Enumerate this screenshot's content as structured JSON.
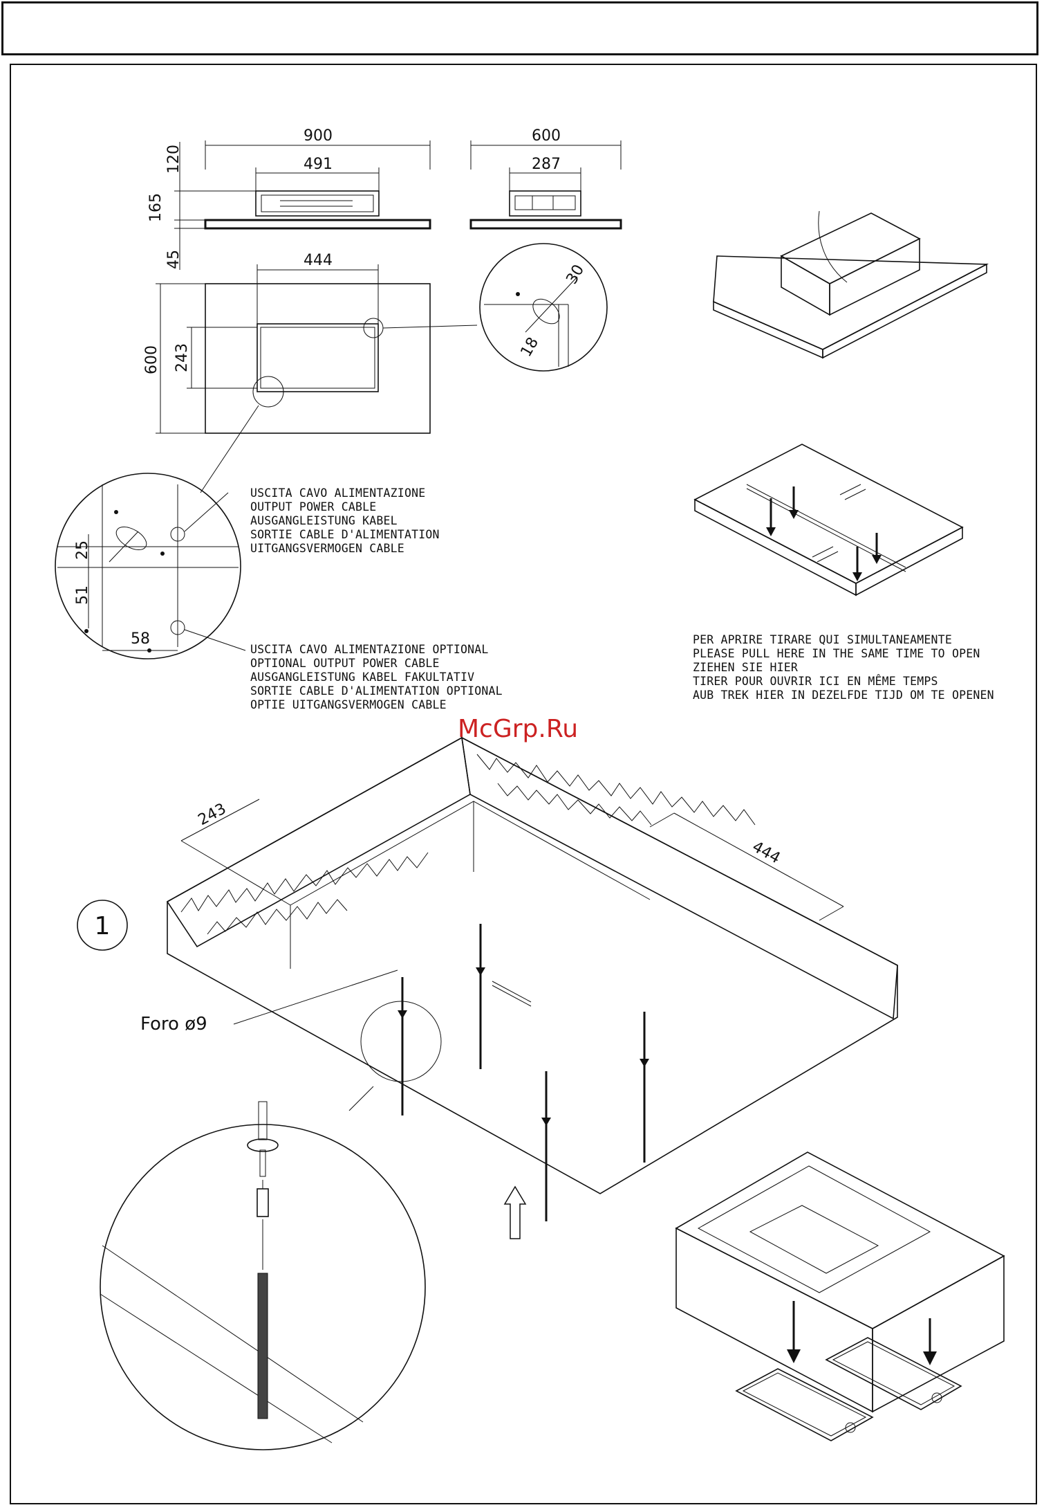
{
  "watermark": "McGrp.Ru",
  "step_number": "1",
  "dimensions": {
    "front_width": "900",
    "front_inner": "491",
    "side_width": "600",
    "side_inner": "287",
    "height_top": "120",
    "height_mid": "165",
    "height_bottom": "45",
    "plan_inner_width": "444",
    "plan_inner_height": "243",
    "plan_height": "600",
    "detail_30": "30",
    "detail_18": "18",
    "detail_25": "25",
    "detail_51": "51",
    "detail_58": "58",
    "iso_243": "243",
    "iso_444": "444"
  },
  "labels": {
    "output_cable": [
      "USCITA CAVO ALIMENTAZIONE",
      "OUTPUT POWER CABLE",
      "AUSGANGLEISTUNG KABEL",
      "SORTIE CABLE D'ALIMENTATION",
      "UITGANGSVERMOGEN CABLE"
    ],
    "optional_cable": [
      "USCITA CAVO ALIMENTAZIONE OPTIONAL",
      "OPTIONAL OUTPUT POWER CABLE",
      "AUSGANGLEISTUNG KABEL FAKULTATIV",
      "SORTIE CABLE D'ALIMENTATION OPTIONAL",
      "OPTIE UITGANGSVERMOGEN CABLE"
    ],
    "open_instructions": [
      "PER APRIRE TIRARE QUI SIMULTANEAMENTE",
      "PLEASE PULL HERE IN THE SAME TIME TO OPEN",
      "ZIEHEN SIE HIER",
      "TIRER POUR OUVRIR ICI EN MÊME TEMPS",
      "AUB TREK HIER IN DEZELFDE TIJD OM TE OPENEN"
    ],
    "hole": "Foro ø9"
  }
}
